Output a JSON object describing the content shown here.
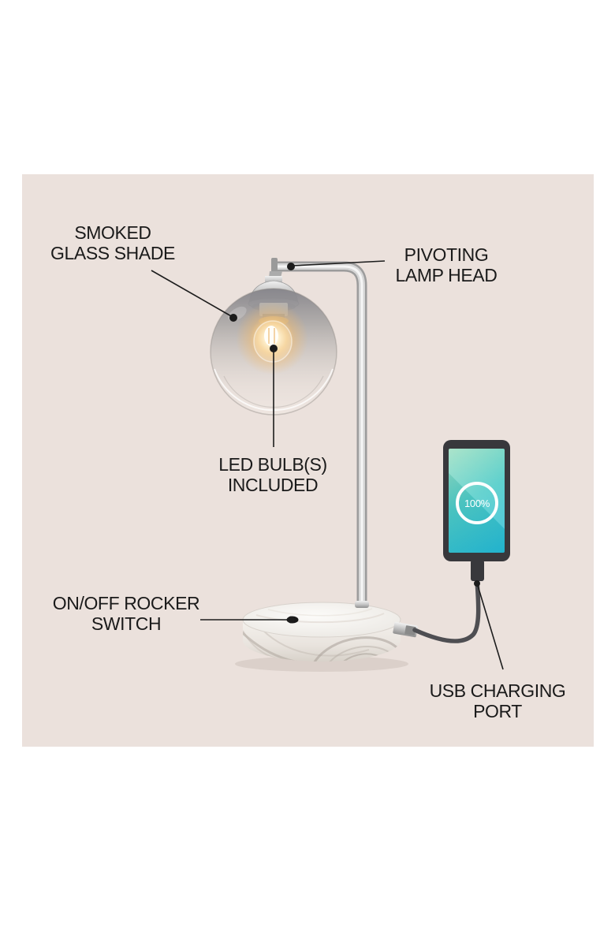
{
  "title": "Table lamp feature callout diagram",
  "callouts": {
    "smoked_glass_shade": {
      "line1": "SMOKED",
      "line2": "GLASS SHADE"
    },
    "pivoting_lamp_head": {
      "line1": "PIVOTING",
      "line2": "LAMP HEAD"
    },
    "led_bulbs_included": {
      "line1": "LED BULB(S)",
      "line2": "INCLUDED"
    },
    "on_off_rocker_switch": {
      "line1": "ON/OFF ROCKER",
      "line2": "SWITCH"
    },
    "usb_charging_port": {
      "line1": "USB CHARGING",
      "line2": "PORT"
    }
  },
  "phone": {
    "battery_level": "100%"
  },
  "colors": {
    "panel_bg": "#ebe1dc",
    "label_text": "#1a1a1a",
    "leader_line": "#1c1c1c",
    "phone_body": "#38383c",
    "screen_top": "#9fe0c3",
    "screen_mid": "#4fccc8",
    "screen_bottom": "#23bad7",
    "battery_ring": "#ffffff",
    "battery_text": "#ffffff",
    "cable": "#4e4e52",
    "chrome": "#c9c9c9",
    "marble_base": "#f4f1ed",
    "smoked_glass": "#87868a",
    "bulb_glow": "#f8cf8a"
  }
}
